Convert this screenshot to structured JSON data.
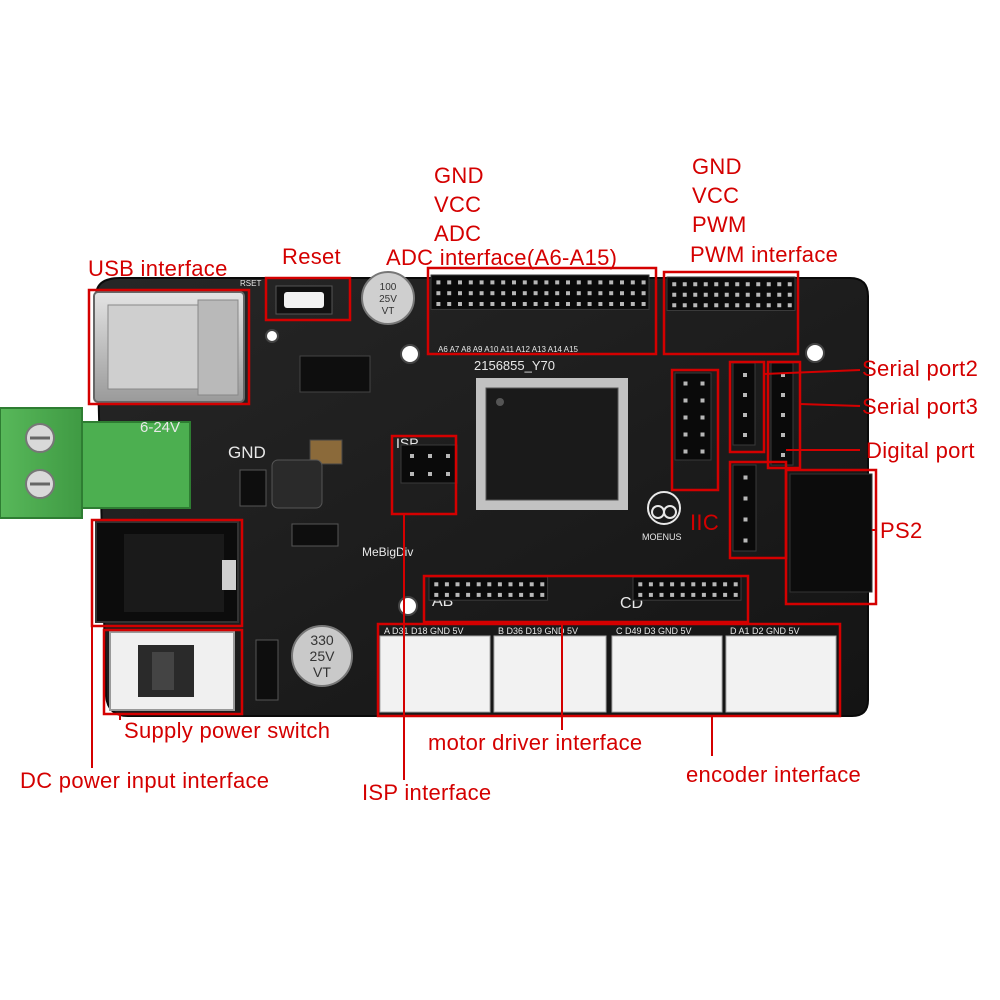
{
  "title": "",
  "labels": {
    "usb": "USB interface",
    "reset": "Reset",
    "adc_gnd": "GND",
    "adc_vcc": "VCC",
    "adc_adc": "ADC",
    "adc_interface": "ADC interface(A6-A15)",
    "pwm_gnd": "GND",
    "pwm_vcc": "VCC",
    "pwm_pwm": "PWM",
    "pwm_interface": "PWM interface",
    "serial2": "Serial port2",
    "serial3": "Serial port3",
    "digital": "Digital port",
    "iic": "IIC",
    "ps2": "PS2",
    "supply_switch": "Supply power switch",
    "dc_input": "DC power input interface",
    "motor_driver": "motor driver interface",
    "isp": "ISP interface",
    "encoder": "encoder interface"
  },
  "board_text": {
    "gnd": "GND",
    "voltage": "6-24V",
    "isp": "ISP",
    "brand": "MeBigDiv",
    "chip_code": "2156855_Y70",
    "makeblock": "MOENUS",
    "cap_top_1": "100",
    "cap_top_2": "25V",
    "cap_top_3": "VT",
    "cap_bot_1": "330",
    "cap_bot_2": "25V",
    "cap_bot_3": "VT",
    "ab": "AB",
    "cd": "CD",
    "reset_silk": "RSET",
    "adc_pins": "A6  A7  A8  A9  A10 A11 A12 A13 A14 A15",
    "motor_a": "A   D31 D18 GND 5V",
    "motor_b": "B   D36 D19 GND 5V",
    "motor_c": "C   D49 D3  GND 5V",
    "motor_d": "D   A1  D2  GND 5V"
  },
  "colors": {
    "annotation": "#d40000",
    "board": "#1c1c1c",
    "header": "#0b0b0b",
    "silk": "#e8e8e8"
  }
}
